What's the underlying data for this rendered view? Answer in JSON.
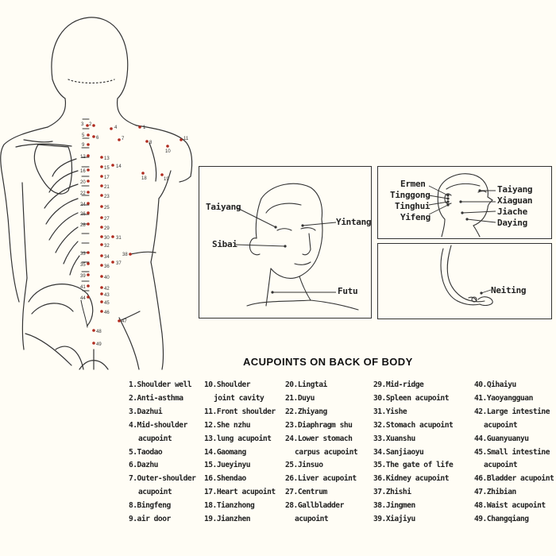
{
  "title": "ACUPOINTS ON BACK OF BODY",
  "face_panel": {
    "labels": [
      "Taiyang",
      "Yintang",
      "Sibai",
      "Futu"
    ]
  },
  "ear_panel": {
    "labels_left": [
      "Ermen",
      "Tinggong",
      "Tinghui",
      "Yifeng"
    ],
    "labels_right": [
      "Taiyang",
      "Xiaguan",
      "Jiache",
      "Daying"
    ]
  },
  "foot_panel": {
    "labels": [
      "Neiting"
    ]
  },
  "back_numbers": [
    "1",
    "2",
    "3",
    "4",
    "5",
    "6",
    "7",
    "8",
    "9",
    "10",
    "11",
    "12",
    "13",
    "14",
    "15",
    "16",
    "17",
    "18",
    "19",
    "20",
    "21",
    "22",
    "23",
    "24",
    "25",
    "26",
    "27",
    "28",
    "29",
    "30",
    "31",
    "32",
    "33",
    "34",
    "35",
    "36",
    "37",
    "38",
    "39",
    "40",
    "41",
    "42",
    "43",
    "44",
    "45",
    "46",
    "47",
    "48",
    "49"
  ],
  "marker_color": "#b02a1e",
  "legend": [
    [
      "1.Shoulder well",
      "2.Anti-asthma",
      "3.Dazhui",
      "4.Mid-shoulder",
      "acupoint",
      "5.Taodao",
      "6.Dazhu",
      "7.Outer-shoulder",
      "acupoint",
      "8.Bingfeng",
      "9.air door"
    ],
    [
      "10.Shoulder",
      "joint cavity",
      "11.Front shoulder",
      "12.She nzhu",
      "13.lung acupoint",
      "14.Gaomang",
      "15.Jueyinyu",
      "16.Shendao",
      "17.Heart acupoint",
      "18.Tianzhong",
      "19.Jianzhen"
    ],
    [
      "20.Lingtai",
      "21.Duyu",
      "22.Zhiyang",
      "23.Diaphragm shu",
      "24.Lower stomach",
      "carpus acupoint",
      "25.Jinsuo",
      "26.Liver acupoint",
      "27.Centrum",
      "28.Gallbladder",
      "acupoint"
    ],
    [
      "29.Mid-ridge",
      "30.Spleen acupoint",
      "31.Yishe",
      "32.Stomach acupoint",
      "33.Xuanshu",
      "34.Sanjiaoyu",
      "35.The gate of life",
      "36.Kidney acupoint",
      "37.Zhishi",
      "38.Jingmen",
      "39.Xiajiyu"
    ],
    [
      "40.Qihaiyu",
      "41.Yaoyangguan",
      "42.Large intestine",
      "acupoint",
      "44.Guanyuanyu",
      "45.Small intestine",
      "acupoint",
      "46.Bladder acupoint",
      "47.Zhibian",
      "48.Waist acupoint",
      "49.Changqiang"
    ]
  ]
}
